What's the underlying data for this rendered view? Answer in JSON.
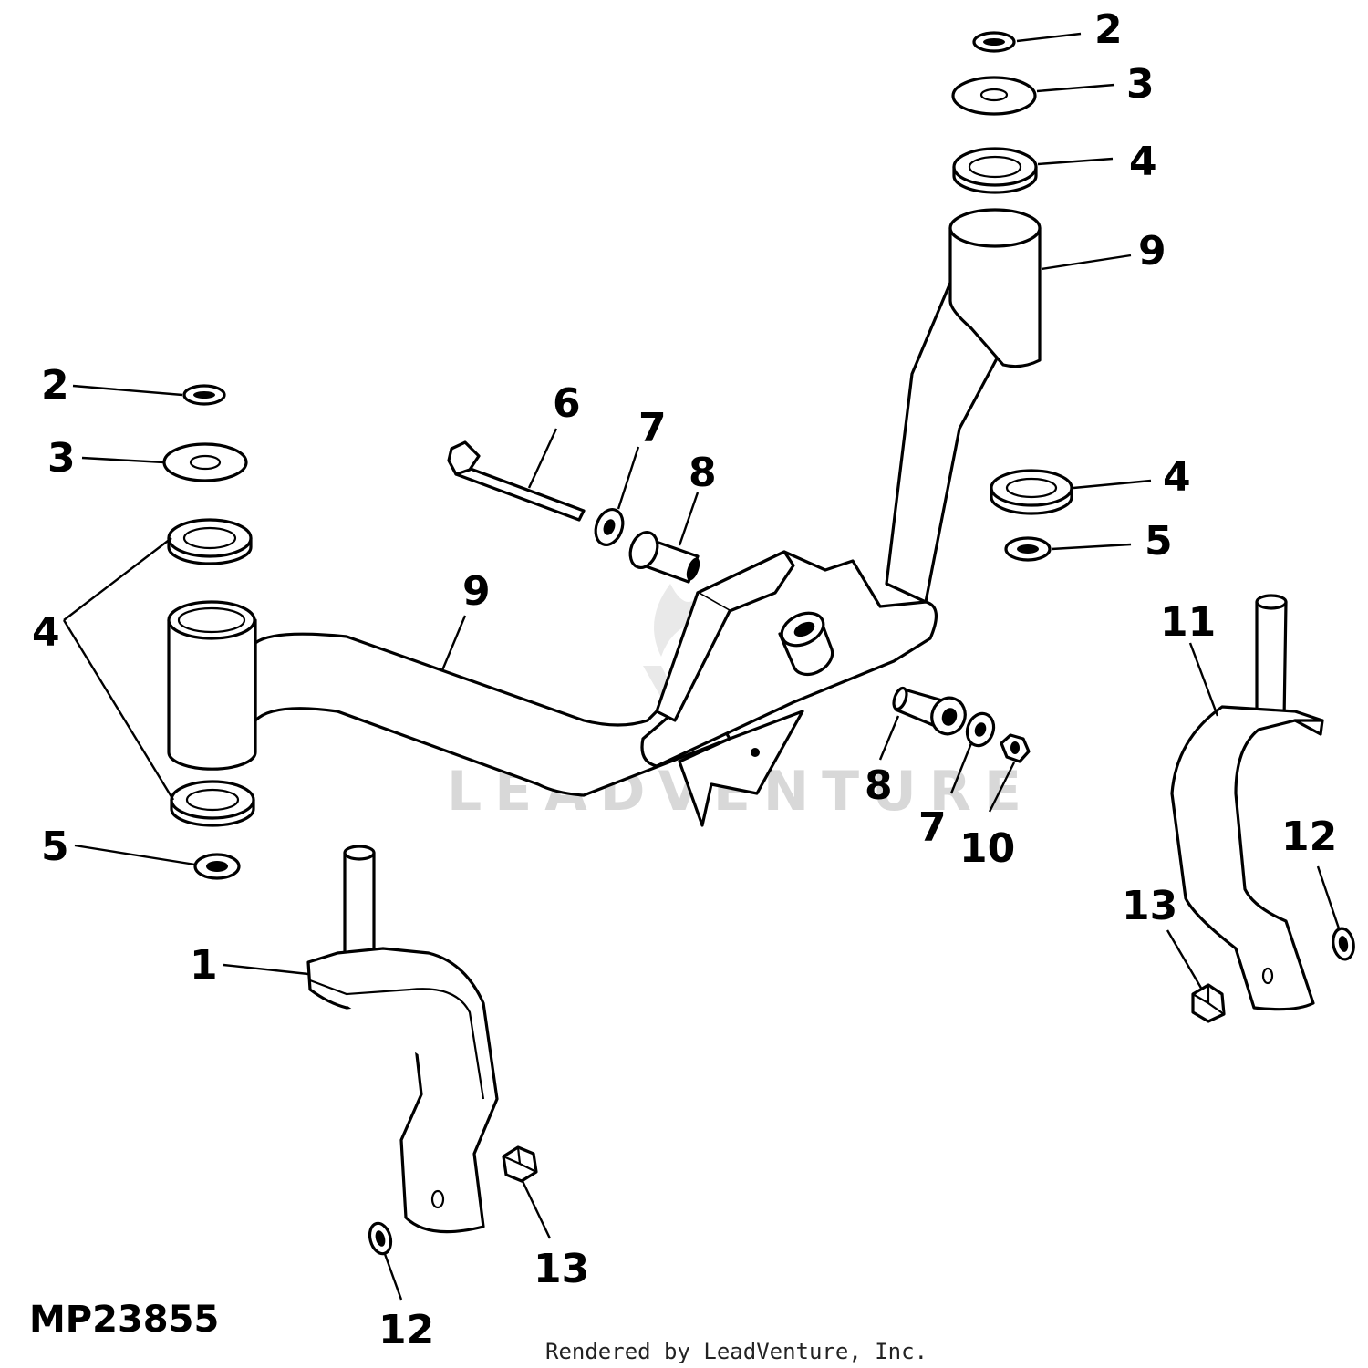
{
  "figure_id": "MP23855",
  "footer": "Rendered by LeadVenture, Inc.",
  "watermark": "LEADVENTURE",
  "callouts": {
    "c2_right": "2",
    "c3_right": "3",
    "c4_right_top": "4",
    "c9_right": "9",
    "c4_right_mid": "4",
    "c5_right": "5",
    "c11": "11",
    "c12_right": "12",
    "c13_right": "13",
    "c2_left": "2",
    "c3_left": "3",
    "c4_left": "4",
    "c5_left": "5",
    "c9_left": "9",
    "c6": "6",
    "c7_top": "7",
    "c8_top": "8",
    "c8_bottom": "8",
    "c7_bottom": "7",
    "c10": "10",
    "c1": "1",
    "c12_left": "12",
    "c13_left": "13"
  }
}
